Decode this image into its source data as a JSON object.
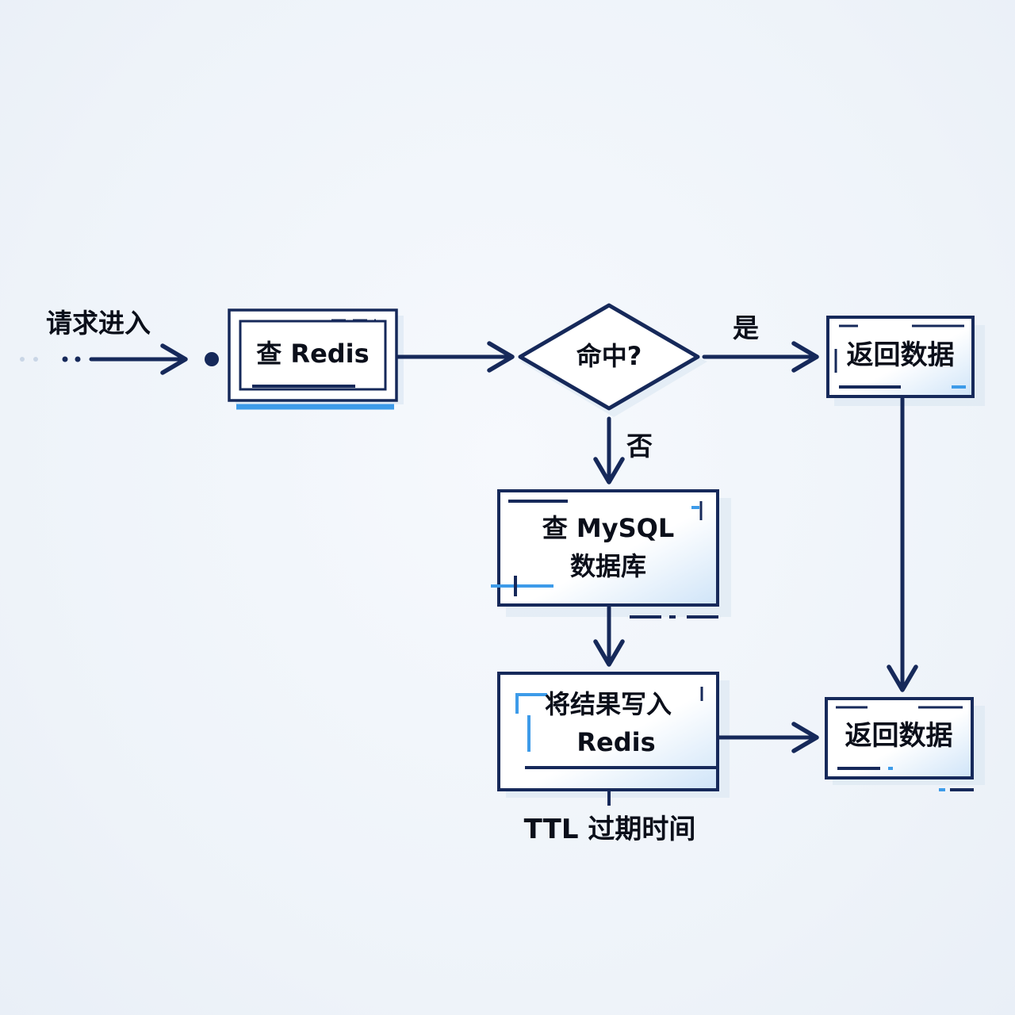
{
  "diagram": {
    "start_label": "请求进入",
    "query_redis": "查 Redis",
    "decision": "命中?",
    "yes_label": "是",
    "no_label": "否",
    "return_top": "返回数据",
    "query_mysql_line1": "查 MySQL",
    "query_mysql_line2": "数据库",
    "write_line1": "将结果写入",
    "write_line2": "Redis",
    "return_bottom": "返回数据",
    "ttl_label": "TTL 过期时间"
  },
  "colors": {
    "navy": "#16295a",
    "accent_blue": "#3d9be9",
    "light_fill": "#d7e9f9",
    "background": "#f1f5fa",
    "text": "#0b0f1a"
  }
}
